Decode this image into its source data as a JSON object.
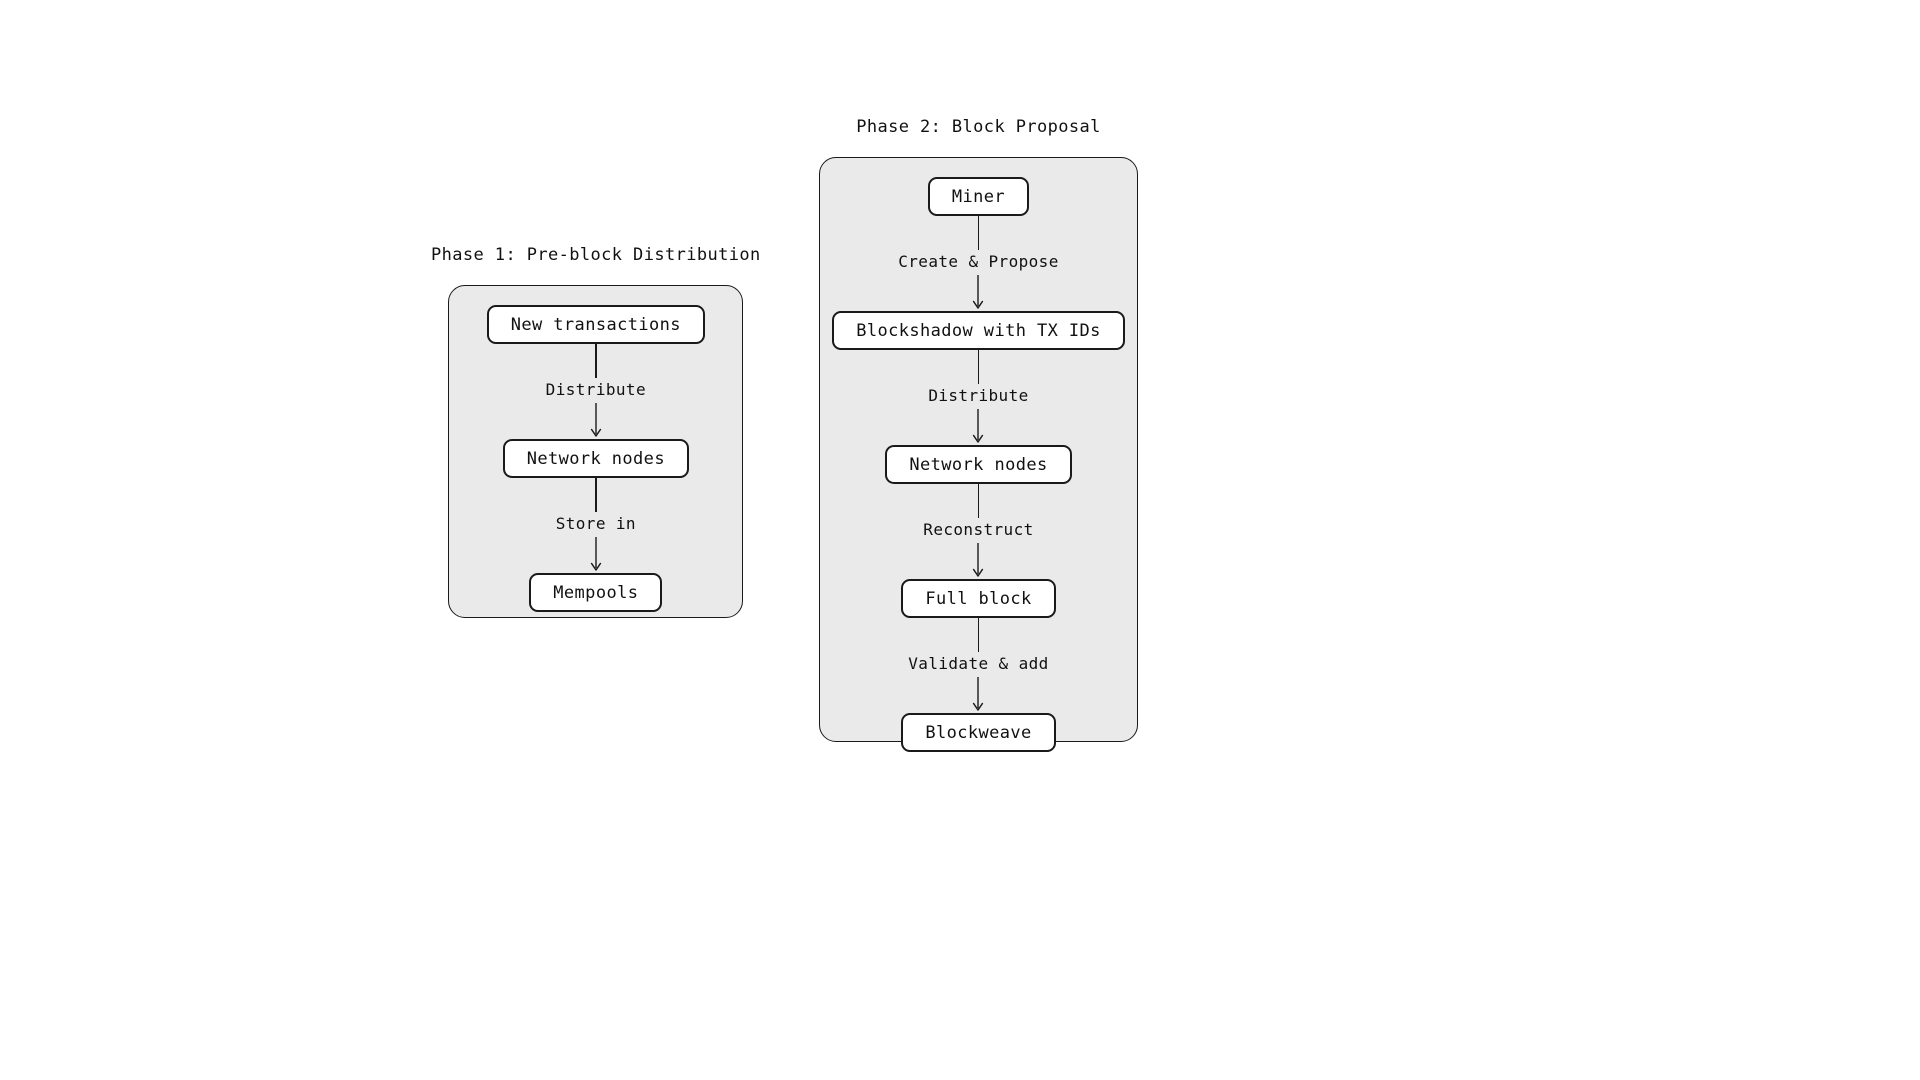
{
  "diagram": {
    "background_color": "#ffffff",
    "container_fill": "#eaeaea",
    "container_stroke": "#1a1a1a",
    "node_fill": "#ffffff",
    "node_stroke": "#1a1a1a",
    "text_color": "#111111"
  },
  "phases": [
    {
      "id": "phase-1",
      "title": "Phase 1: Pre-block Distribution",
      "nodes": [
        {
          "label": "New transactions"
        },
        {
          "label": "Network nodes"
        },
        {
          "label": "Mempools"
        }
      ],
      "edges": [
        {
          "label": "Distribute",
          "from": "New transactions",
          "to": "Network nodes"
        },
        {
          "label": "Store in",
          "from": "Network nodes",
          "to": "Mempools"
        }
      ]
    },
    {
      "id": "phase-2",
      "title": "Phase 2: Block Proposal",
      "nodes": [
        {
          "label": "Miner"
        },
        {
          "label": "Blockshadow with TX IDs"
        },
        {
          "label": "Network nodes"
        },
        {
          "label": "Full block"
        },
        {
          "label": "Blockweave"
        }
      ],
      "edges": [
        {
          "label": "Create & Propose",
          "from": "Miner",
          "to": "Blockshadow with TX IDs"
        },
        {
          "label": "Distribute",
          "from": "Blockshadow with TX IDs",
          "to": "Network nodes"
        },
        {
          "label": "Reconstruct",
          "from": "Network nodes",
          "to": "Full block"
        },
        {
          "label": "Validate & add",
          "from": "Full block",
          "to": "Blockweave"
        }
      ]
    }
  ]
}
